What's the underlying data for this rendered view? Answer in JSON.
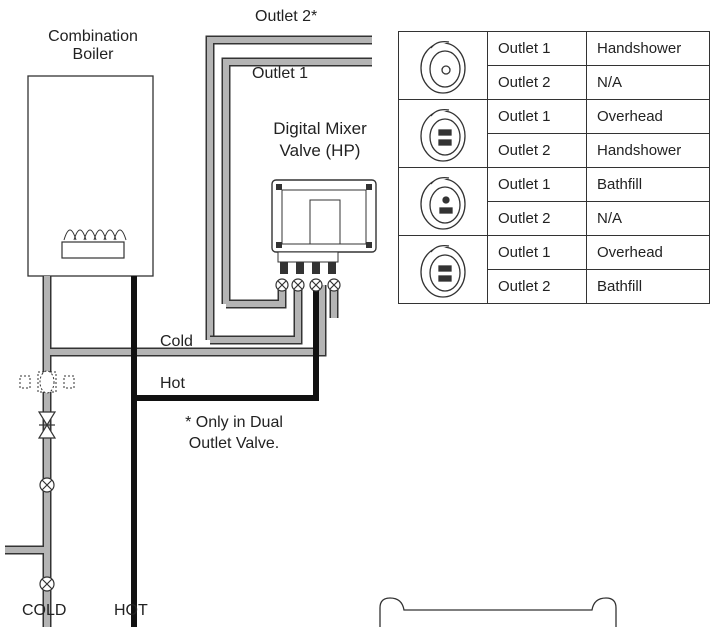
{
  "labels": {
    "boiler_line1": "Combination",
    "boiler_line2": "Boiler",
    "outlet2_pipe": "Outlet 2*",
    "outlet1_pipe": "Outlet 1",
    "mixer_line1": "Digital Mixer",
    "mixer_line2": "Valve (HP)",
    "cold_pipe": "Cold",
    "hot_pipe": "Hot",
    "note_line1": "* Only in Dual",
    "note_line2": "Outlet Valve.",
    "cold_bottom": "COLD",
    "hot_bottom": "HOT"
  },
  "controller_table": [
    {
      "controller_icon": "controller-single-button-icon",
      "rows": [
        {
          "outlet": "Outlet 1",
          "use": "Handshower"
        },
        {
          "outlet": "Outlet 2",
          "use": "N/A"
        }
      ]
    },
    {
      "controller_icon": "controller-shower-icons-icon",
      "rows": [
        {
          "outlet": "Outlet 1",
          "use": "Overhead"
        },
        {
          "outlet": "Outlet 2",
          "use": "Handshower"
        }
      ]
    },
    {
      "controller_icon": "controller-bath-icon",
      "rows": [
        {
          "outlet": "Outlet 1",
          "use": "Bathfill"
        },
        {
          "outlet": "Outlet 2",
          "use": "N/A"
        }
      ]
    },
    {
      "controller_icon": "controller-shower-bath-icon",
      "rows": [
        {
          "outlet": "Outlet 1",
          "use": "Overhead"
        },
        {
          "outlet": "Outlet 2",
          "use": "Bathfill"
        }
      ]
    }
  ],
  "colors": {
    "pipe_grey": "#b4b4b4",
    "pipe_outline": "#333333",
    "hot_pipe": "#111111"
  }
}
